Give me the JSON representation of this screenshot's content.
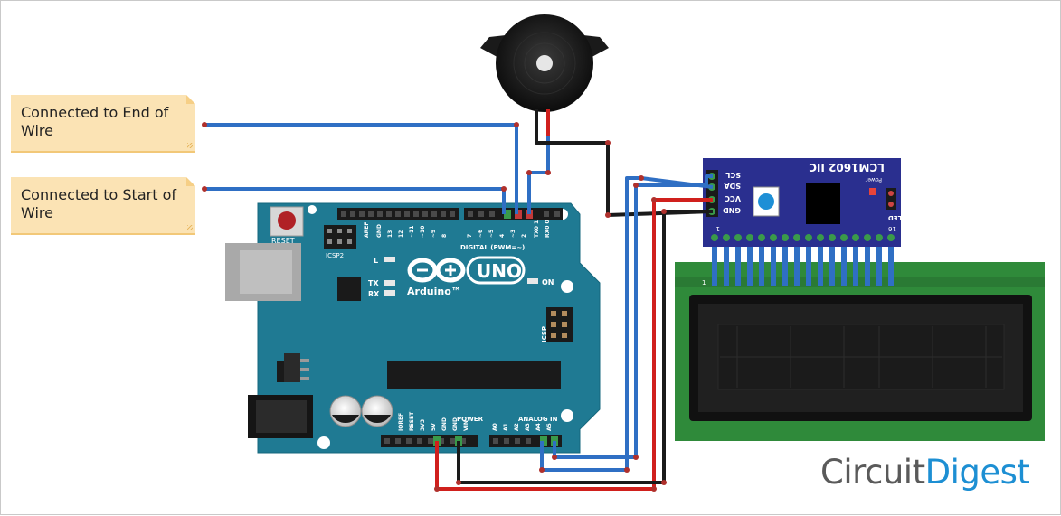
{
  "notes": {
    "end": "Connected to End of Wire",
    "start": "Connected to Start of Wire"
  },
  "arduino": {
    "reset": "RESET",
    "icsp2": "ICSP2",
    "icsp": "ICSP",
    "uno": "UNO",
    "brand": "Arduino™",
    "digital": "DIGITAL (PWM=~)",
    "power": "POWER",
    "analog": "ANALOG IN",
    "on": "ON",
    "l": "L",
    "tx": "TX",
    "rx": "RX",
    "top_pins": [
      "AREF",
      "GND",
      "13",
      "12",
      "~11",
      "~10",
      "~9",
      "8",
      "7",
      "~6",
      "~5",
      "4",
      "~3",
      "2",
      "TX0 1",
      "RX0 0"
    ],
    "power_pins": [
      "IOREF",
      "RESET",
      "3V3",
      "5V",
      "GND",
      "GND",
      "VIN"
    ],
    "analog_pins": [
      "A0",
      "A1",
      "A2",
      "A3",
      "A4",
      "A5"
    ]
  },
  "i2c_module": {
    "title": "LCM1602 IIC",
    "pins": [
      "SCL",
      "SDA",
      "VCC",
      "GND"
    ],
    "led": "LED",
    "power": "Power",
    "num16": "16",
    "num1": "1"
  },
  "brand": {
    "part1": "Circuit",
    "part2": "Digest"
  },
  "colors": {
    "board": "#1f7a93",
    "wire_blue": "#2f6fc4",
    "wire_red": "#d0201d",
    "wire_black": "#1a1a1a",
    "i2c_board": "#2a2f8f",
    "lcd_pcb": "#2f8a3a",
    "note_bg": "#fbe3b4",
    "brand_blue": "#1d8fd3"
  }
}
